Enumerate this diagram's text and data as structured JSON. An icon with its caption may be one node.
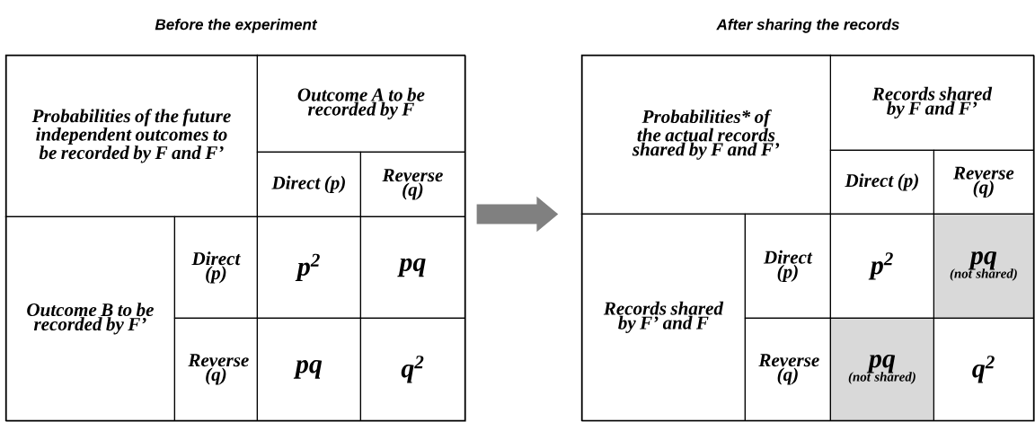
{
  "diagram": {
    "nodes": [
      {
        "text": [
          "Before the experiment"
        ]
      },
      {
        "text": [
          "Probabilities of the future independent outcomes to be recorded by F and F’"
        ],
        "in": 0
      },
      {
        "text": [
          "Outcome A to be recorded by F"
        ],
        "in": 0
      },
      {
        "text": [
          "Direct (p)"
        ],
        "in": 0
      },
      {
        "text": [
          "Reverse (q)"
        ],
        "in": 0
      },
      {
        "text": [
          "Outcome B to be recorded by F’"
        ],
        "in": 0
      },
      {
        "text": [
          "Direct (p)"
        ],
        "in": 0
      },
      {
        "text": [
          "p$^{2}$"
        ],
        "in": 0
      },
      {
        "text": [
          "pq"
        ],
        "in": 0
      },
      {
        "text": [
          "Reverse (q)"
        ],
        "in": 0
      },
      {
        "text": [
          "pq"
        ],
        "in": 0
      },
      {
        "text": [
          "q$^{2}$"
        ],
        "in": 0
      },
      {
        "text": [
          "After sharing the records"
        ]
      },
      {
        "text": [
          "Probabilities* of the actual records shared by F and F’"
        ],
        "in": 12
      },
      {
        "text": [
          "Records shared by F and F’"
        ],
        "in": 12
      },
      {
        "text": [
          "Direct (p)"
        ],
        "in": 12
      },
      {
        "text": [
          "Reverse (q)"
        ],
        "in": 12
      },
      {
        "text": [
          "Records shared by F’ and F"
        ],
        "in": 12
      },
      {
        "text": [
          "Direct (p)"
        ],
        "in": 12
      },
      {
        "text": [
          "p$^{2}$"
        ],
        "in": 12
      },
      {
        "text": [
          "pq",
          "(not shared)"
        ],
        "in": 12
      },
      {
        "text": [
          "Reverse (q)"
        ],
        "in": 12
      },
      {
        "text": [
          "pq",
          "(not shared)"
        ],
        "in": 12
      },
      {
        "text": [
          "q$^{2}$"
        ],
        "in": 12
      }
    ],
    "edges": [
      {
        "from": 0,
        "to": 12,
        "arrow": "to"
      }
    ]
  }
}
